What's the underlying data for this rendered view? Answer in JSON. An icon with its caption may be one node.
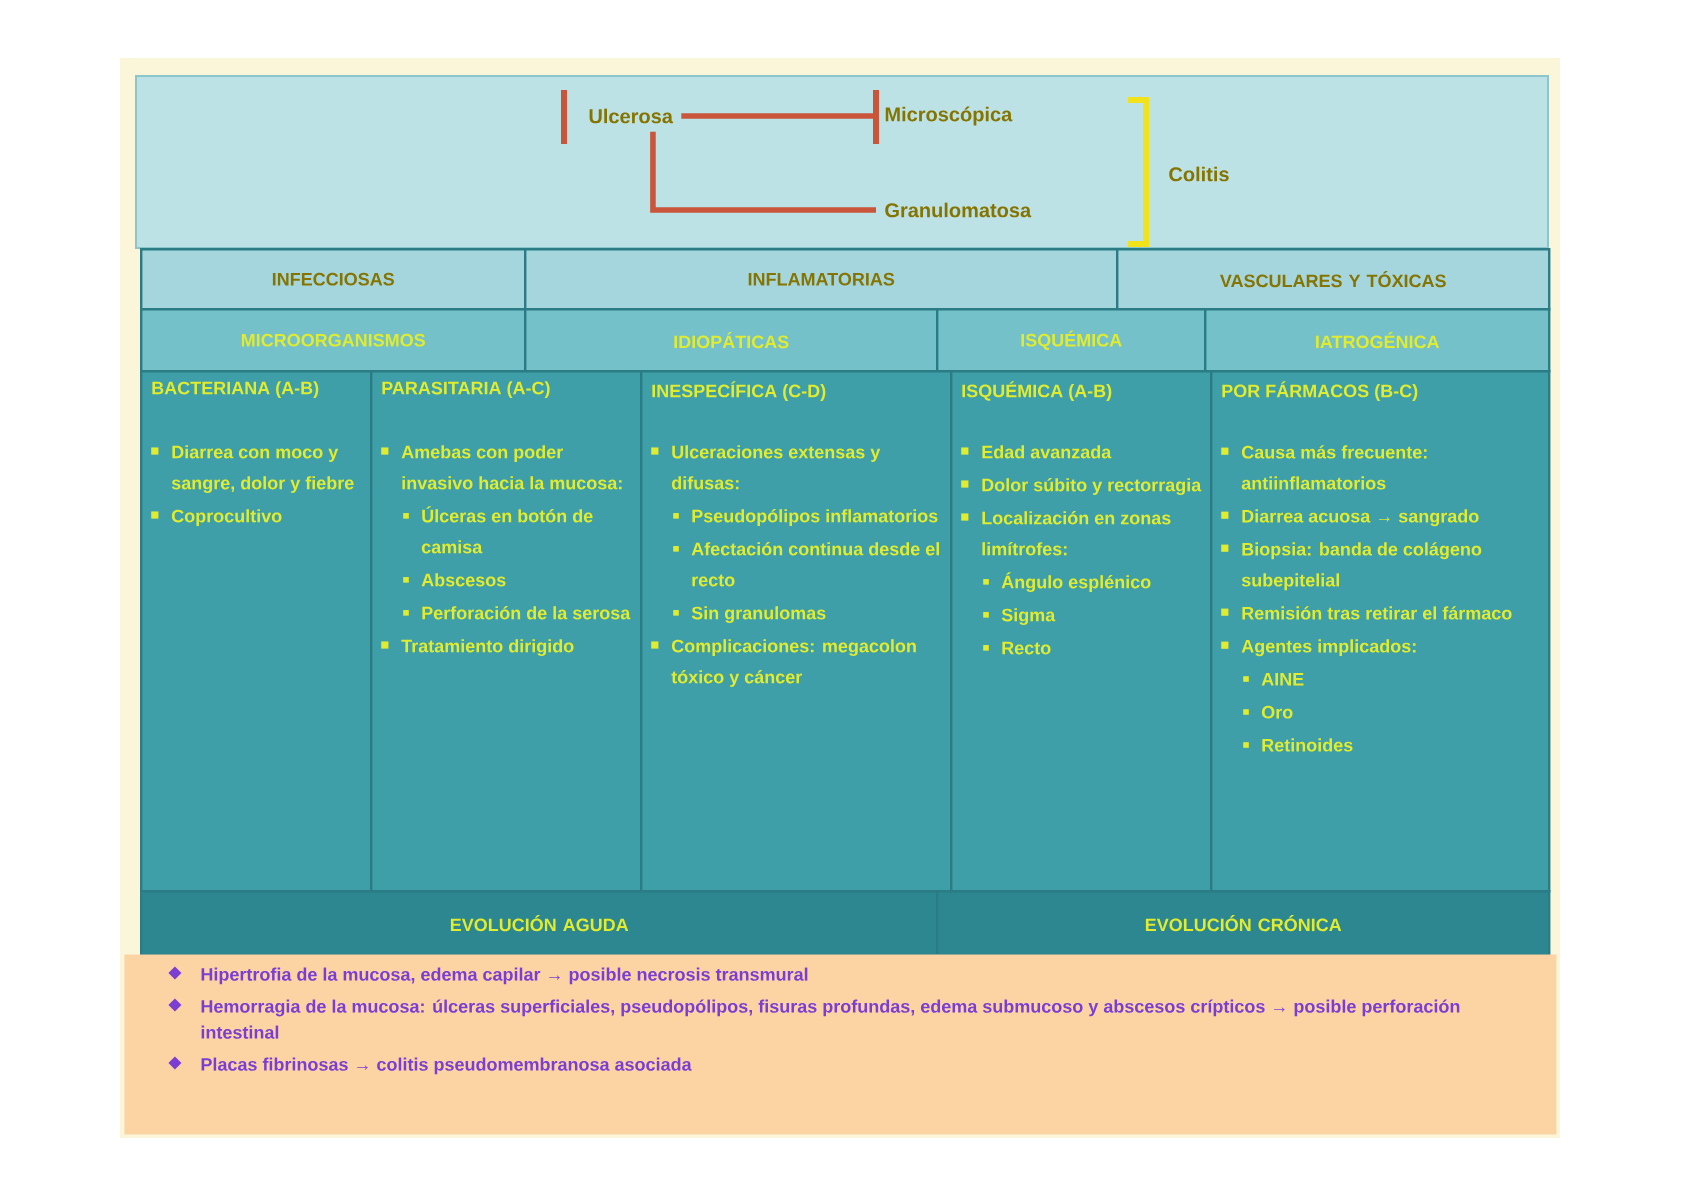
{
  "diagram": {
    "nodes": [
      {
        "text": [
          "Ulcerosa"
        ]
      },
      {
        "text": [
          "Microscópica"
        ]
      },
      {
        "text": [
          "Granulomatosa"
        ]
      },
      {
        "text": [
          "INFECCIOSAS"
        ]
      },
      {
        "text": [
          "INFLAMATORIAS"
        ]
      },
      {
        "text": [
          "VASCULARES Y TÓXICAS"
        ]
      },
      {
        "text": [
          "MICROORGANISMOS"
        ]
      },
      {
        "text": [
          "IDIOPÁTICAS"
        ]
      },
      {
        "text": [
          "ISQUÉMICA"
        ]
      },
      {
        "text": [
          "IATROGÉNICA"
        ]
      },
      {
        "text": [
          "BACTERIANA (A-B)",
          "Diarrea con moco y sangre, dolor y fiebre",
          "Coprocultivo"
        ]
      },
      {
        "text": [
          "PARASITARIA (A-C)",
          "Amebas con poder invasivo hacia la mucosa:",
          "Úlceras en botón de camisa",
          "Abscesos",
          "Perforación de la serosa",
          "Tratamiento dirigido"
        ]
      },
      {
        "text": [
          "INESPECÍFICA (C-D)",
          "Ulceraciones extensas y difusas:",
          "Pseudopólipos inflamatorios",
          "Afectación continua desde el recto",
          "Sin granulomas",
          "Complicaciones: megacolon tóxico y cáncer"
        ]
      },
      {
        "text": [
          "ISQUÉMICA (A-B)",
          "Edad avanzada",
          "Dolor súbito y rectorragia",
          "Localización en zonas limítrofes:",
          "Ángulo esplénico",
          "Sigma",
          "Recto"
        ]
      },
      {
        "text": [
          "POR FÁRMACOS (B-C)",
          "Causa más frecuente: antiinflamatorios",
          "Diarrea acuosa → sangrado",
          "Biopsia: banda de colágeno subepitelial",
          "Remisión tras retirar el fármaco",
          "Agentes implicados:",
          "AINE",
          "Oro",
          "Retinoides"
        ]
      },
      {
        "text": [
          "EVOLUCIÓN AGUDA"
        ]
      },
      {
        "text": [
          "EVOLUCIÓN CRÓNICA"
        ]
      },
      {
        "text": [
          "Hipertrofia de la mucosa, edema capilar → posible necrosis transmural",
          "Hemorragia de la mucosa: úlceras superficiales, pseudopólipos, fisuras profundas, edema submucoso y abscesos crípticos → posible perforación intestinal",
          "Placas fibrinosas → colitis pseudomembranosa asociada"
        ]
      }
    ],
    "edges": [
      {
        "from": 0,
        "to": 1,
        "arrow": "none"
      },
      {
        "from": 0,
        "to": 2,
        "arrow": "none"
      }
    ],
    "labels": [
      "Colitis"
    ]
  }
}
